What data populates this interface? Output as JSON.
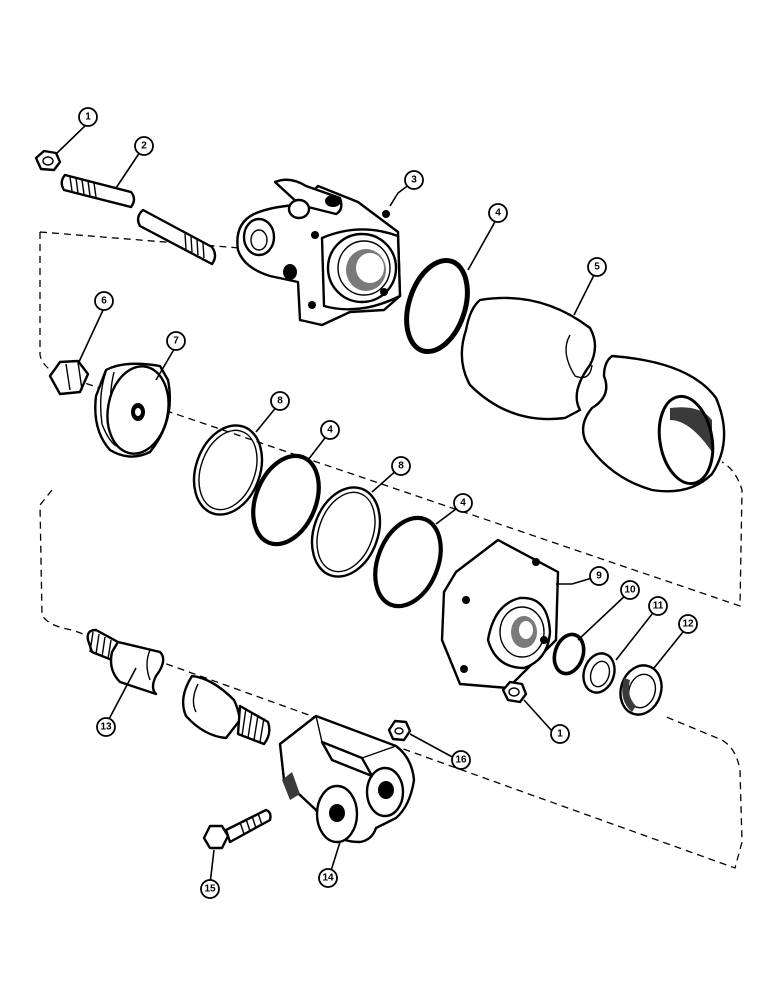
{
  "callouts": {
    "c1a": "1",
    "c2": "2",
    "c3": "3",
    "c4a": "4",
    "c5": "5",
    "c6": "6",
    "c7": "7",
    "c8a": "8",
    "c4b": "4",
    "c8b": "8",
    "c4c": "4",
    "c9": "9",
    "c10": "10",
    "c11": "11",
    "c12": "12",
    "c1b": "1",
    "c13": "13",
    "c16": "16",
    "c15": "15",
    "c14": "14"
  }
}
